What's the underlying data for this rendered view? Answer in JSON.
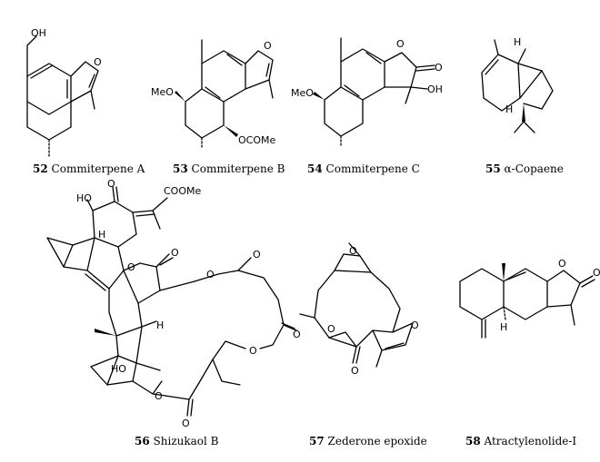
{
  "figure": {
    "compounds": [
      {
        "id": "c52",
        "number": "52",
        "name": "Commiterpene A"
      },
      {
        "id": "c53",
        "number": "53",
        "name": "Commiterpene B"
      },
      {
        "id": "c54",
        "number": "54",
        "name": "Commiterpene C"
      },
      {
        "id": "c55",
        "number": "55",
        "name": "α-Copaene"
      },
      {
        "id": "c56",
        "number": "56",
        "name": "Shizukaol B"
      },
      {
        "id": "c57",
        "number": "57",
        "name": "Zederone epoxide"
      },
      {
        "id": "c58",
        "number": "58",
        "name": "Atractylenolide-I"
      }
    ],
    "atoms": {
      "oh": "OH",
      "o": "O",
      "meo": "MeO",
      "ocome": "OCOMe",
      "h": "H",
      "ho": "HO",
      "coome": "COOMe"
    }
  }
}
